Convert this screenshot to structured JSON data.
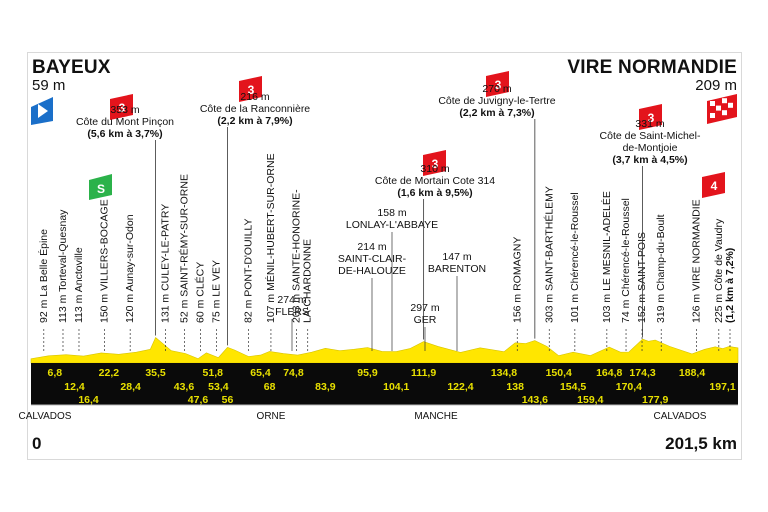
{
  "chart_data": {
    "type": "area",
    "start": {
      "name": "BAYEUX",
      "altitude": "59 m",
      "km": "0"
    },
    "finish": {
      "name": "VIRE NORMANDIE",
      "altitude": "209 m",
      "km": "201,5 km"
    },
    "xlim": [
      0,
      201.5
    ],
    "profile_km": [
      0,
      5,
      10,
      15,
      20,
      25,
      30,
      34,
      35.5,
      40,
      44,
      47.6,
      50,
      53.4,
      56,
      58,
      62,
      65.4,
      68,
      72,
      76,
      80,
      83.9,
      88,
      92,
      95.9,
      100,
      104.1,
      108,
      111.9,
      116,
      122.4,
      128,
      134.8,
      138,
      141,
      143.6,
      147,
      150.4,
      154.5,
      159.4,
      164.8,
      168,
      170.4,
      174.3,
      176,
      177.9,
      182,
      188.4,
      192,
      195,
      197.1,
      199,
      201.5
    ],
    "profile_alt": [
      59,
      100,
      115,
      95,
      140,
      120,
      150,
      190,
      353,
      170,
      131,
      60,
      140,
      75,
      216,
      180,
      90,
      110,
      160,
      130,
      110,
      150,
      203,
      170,
      190,
      214,
      160,
      158,
      200,
      297,
      230,
      147,
      210,
      156,
      280,
      270,
      310,
      230,
      101,
      150,
      103,
      220,
      150,
      152,
      331,
      300,
      319,
      230,
      126,
      190,
      225,
      200,
      230,
      209
    ],
    "waypoints": [
      {
        "km": 4,
        "label": "92 m La Belle Épine"
      },
      {
        "km": 10,
        "label": "113 m Torteval-Quesnay"
      },
      {
        "km": 15,
        "label": "113 m Anctoville"
      },
      {
        "km": 23,
        "label": "150 m VILLERS-BOCAGE"
      },
      {
        "km": 31,
        "label": "120 m Aunay-sur-Odon"
      },
      {
        "km": 42,
        "label": "131 m CULEY-LE-PATRY"
      },
      {
        "km": 48,
        "label": "52 m SAINT-RÉMY-SUR-ORNE"
      },
      {
        "km": 53,
        "label": "60 m CLÉCY"
      },
      {
        "km": 58,
        "label": "75 m LE VEY"
      },
      {
        "km": 68,
        "label": "82 m PONT-D'OUILLY"
      },
      {
        "km": 75,
        "label": "107 m MÉNIL-HUBERT-SUR-ORNE"
      },
      {
        "km": 83,
        "label": "203 m SAINTE-HONORINE-"
      },
      {
        "km": 86.5,
        "label": "LA-CHARDONNE"
      },
      {
        "km": 152,
        "label": "156 m ROMAGNY"
      },
      {
        "km": 162,
        "label": "303 m SAINT-BARTHÉLEMY"
      },
      {
        "km": 170,
        "label": "101 m Chérencé-le-Roussel"
      },
      {
        "km": 180,
        "label": "103 m LE MESNIL-ADELÉE"
      },
      {
        "km": 186,
        "label": "74 m Chérencé-le-Roussel"
      },
      {
        "km": 191,
        "label": "152 m SAINT-POIS"
      },
      {
        "km": 197,
        "label": "319 m Champ-du-Boult"
      },
      {
        "km": 208,
        "label": "126 m VIRE NORMANDIE"
      },
      {
        "km": 215,
        "label": "225 m Côte de Vaudry"
      },
      {
        "km": 218.5,
        "label": "(1,2 km à 7,2%)",
        "bold": true
      }
    ],
    "places": [
      {
        "km": 97,
        "alt": "274 m",
        "name": "FLERS"
      },
      {
        "km": 114,
        "alt": "214 m",
        "name": "SAINT-CLAIR-",
        "name2": "DE-HALOUZE"
      },
      {
        "km": 139,
        "alt": "297 m",
        "name": "GER"
      },
      {
        "km": 133,
        "alt": "158 m",
        "name": "LONLAY-L'ABBAYE"
      },
      {
        "km": 157,
        "alt": "147 m",
        "name": "BARENTON"
      }
    ],
    "climbs": [
      {
        "km": 35.5,
        "cat": "3",
        "alt": "353 m",
        "name": "Côte du Mont Pinçon",
        "detail": "(5,6 km à 3,7%)"
      },
      {
        "km": 56,
        "cat": "3",
        "alt": "216 m",
        "name": "Côte de la Ranconnière",
        "detail": "(2,2 km à 7,9%)"
      },
      {
        "km": 111.9,
        "cat": "3",
        "alt": "310 m",
        "name": "Côte de Mortain Cote 314",
        "detail": "(1,6 km à 9,5%)"
      },
      {
        "km": 143.6,
        "cat": "3",
        "alt": "270 m",
        "name": "Côte de Juvigny-le-Tertre",
        "detail": "(2,2 km à 7,3%)"
      },
      {
        "km": 174.3,
        "cat": "3",
        "alt": "331 m",
        "name": "Côte de Saint-Michel-",
        "name2": "de-Montjoie",
        "detail": "(3,7 km à 4,5%)"
      },
      {
        "km": 197.1,
        "cat": "4"
      }
    ],
    "sprint": {
      "km": 68,
      "symbol": "S"
    },
    "km_top": [
      "6,8",
      "22,2",
      "35,5",
      "51,8",
      "65,4",
      "74,8",
      "95,9",
      "111,9",
      "134,8",
      "150,4",
      "164,8",
      "174,3",
      "188,4"
    ],
    "km_mid": [
      "12,4",
      "28,4",
      "43,6",
      "53,4",
      "68",
      "83,9",
      "104,1",
      "122,4",
      "138",
      "154,5",
      "170,4",
      "197,1"
    ],
    "km_bot": [
      "16,4",
      "47,6",
      "56",
      "143,6",
      "159,4",
      "177,9"
    ],
    "departments": [
      "CALVADOS",
      "ORNE",
      "MANCHE",
      "CALVADOS"
    ],
    "colors": {
      "profile": "#ffe600",
      "band": "#0a0a0a",
      "climb": "#e3141c",
      "sprint": "#2bb24a",
      "start_flag": "#1a6fc9",
      "km_text": "#e8e000"
    }
  }
}
